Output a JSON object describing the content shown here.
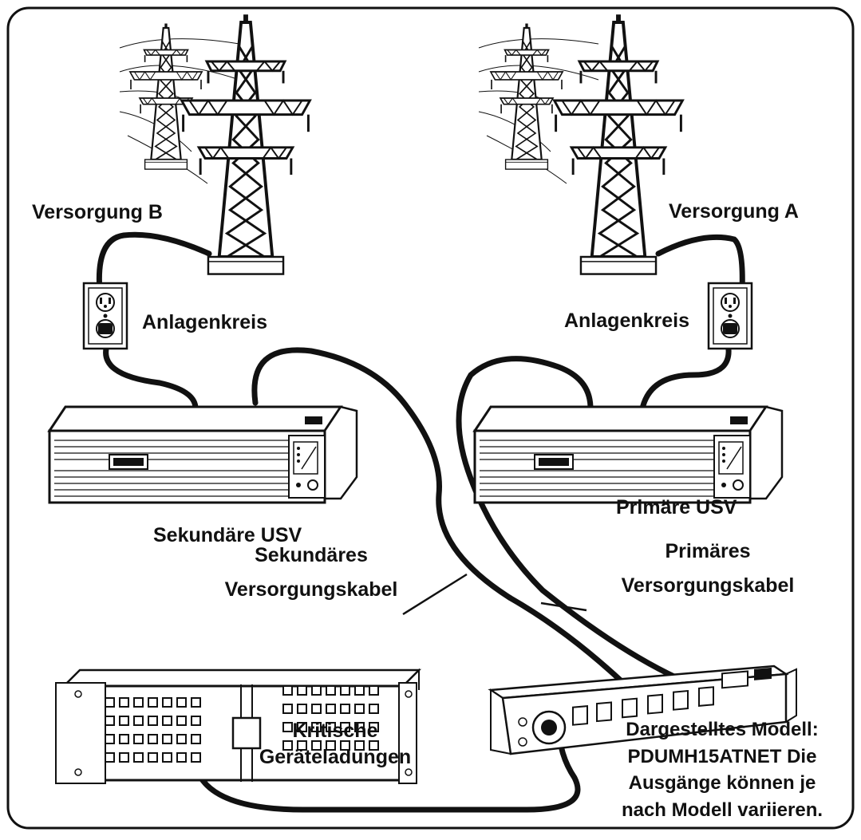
{
  "labels": {
    "supply_b": "Versorgung B",
    "supply_a": "Versorgung A",
    "circuit_left": "Anlagenkreis",
    "circuit_right": "Anlagenkreis",
    "ups_secondary": "Sekundäre USV",
    "ups_primary": "Primäre USV",
    "cable_secondary_1": "Sekundäres",
    "cable_secondary_2": "Versorgungskabel",
    "cable_primary_1": "Primäres",
    "cable_primary_2": "Versorgungskabel",
    "loads_1": "Kritische",
    "loads_2": "Geräteladungen",
    "note_1": "Dargestelltes Modell:",
    "note_2": "PDUMH15ATNET Die",
    "note_3": "Ausgänge können je",
    "note_4": "nach Modell variieren."
  },
  "colors": {
    "ink": "#111111",
    "paper": "#ffffff",
    "gray": "#dcdcdc"
  }
}
